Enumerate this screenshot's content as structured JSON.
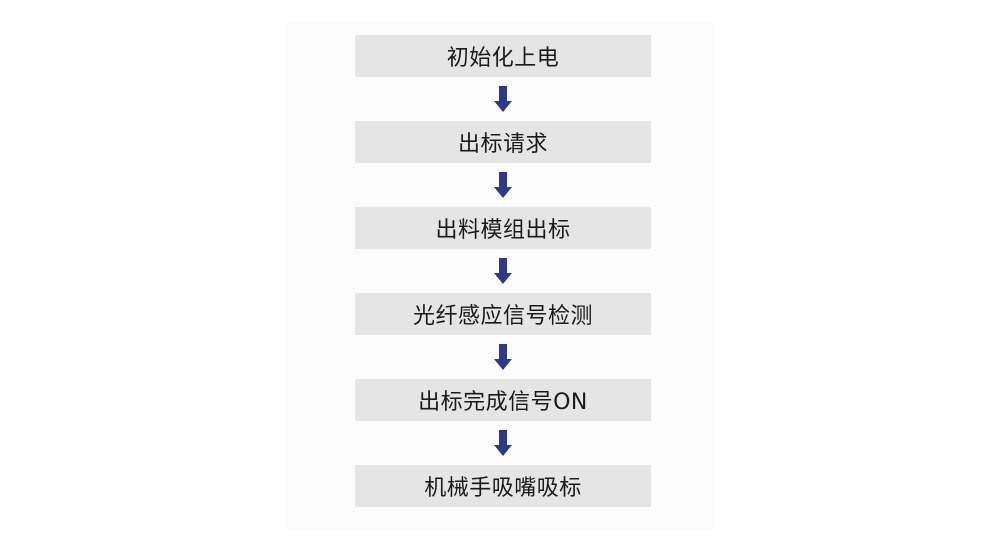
{
  "flowchart": {
    "steps": [
      {
        "label": "初始化上电"
      },
      {
        "label": "出标请求"
      },
      {
        "label": "出料模组出标"
      },
      {
        "label": "光纤感应信号检测"
      },
      {
        "label": "出标完成信号ON"
      },
      {
        "label": "机械手吸嘴吸标"
      }
    ]
  },
  "colors": {
    "box_fill": "#e5e5e5",
    "arrow": "#2e3a87",
    "text": "#1a1a1a"
  },
  "icons": {
    "connector": "down-arrow-icon"
  }
}
